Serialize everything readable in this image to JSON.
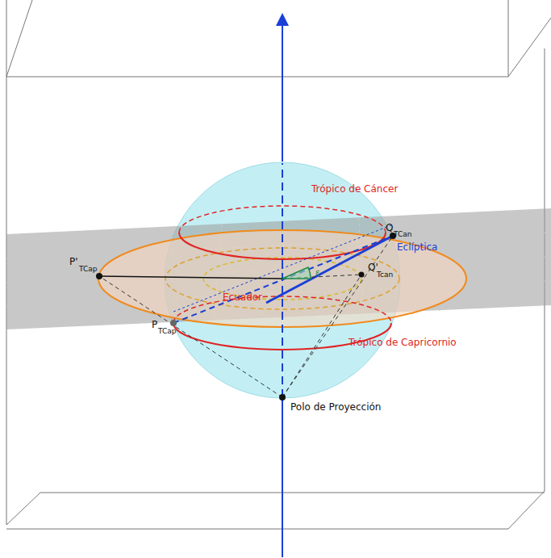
{
  "diagram": {
    "labels": [
      "Trópico de Cáncer",
      "Q",
      "TCan",
      "Eclíptica",
      "P'",
      "TCap",
      "ε",
      "Q'",
      "Tcan",
      "Ecuador",
      "P",
      "TCap",
      "Trópico de Capricornio",
      "Polo de Proyección"
    ]
  }
}
